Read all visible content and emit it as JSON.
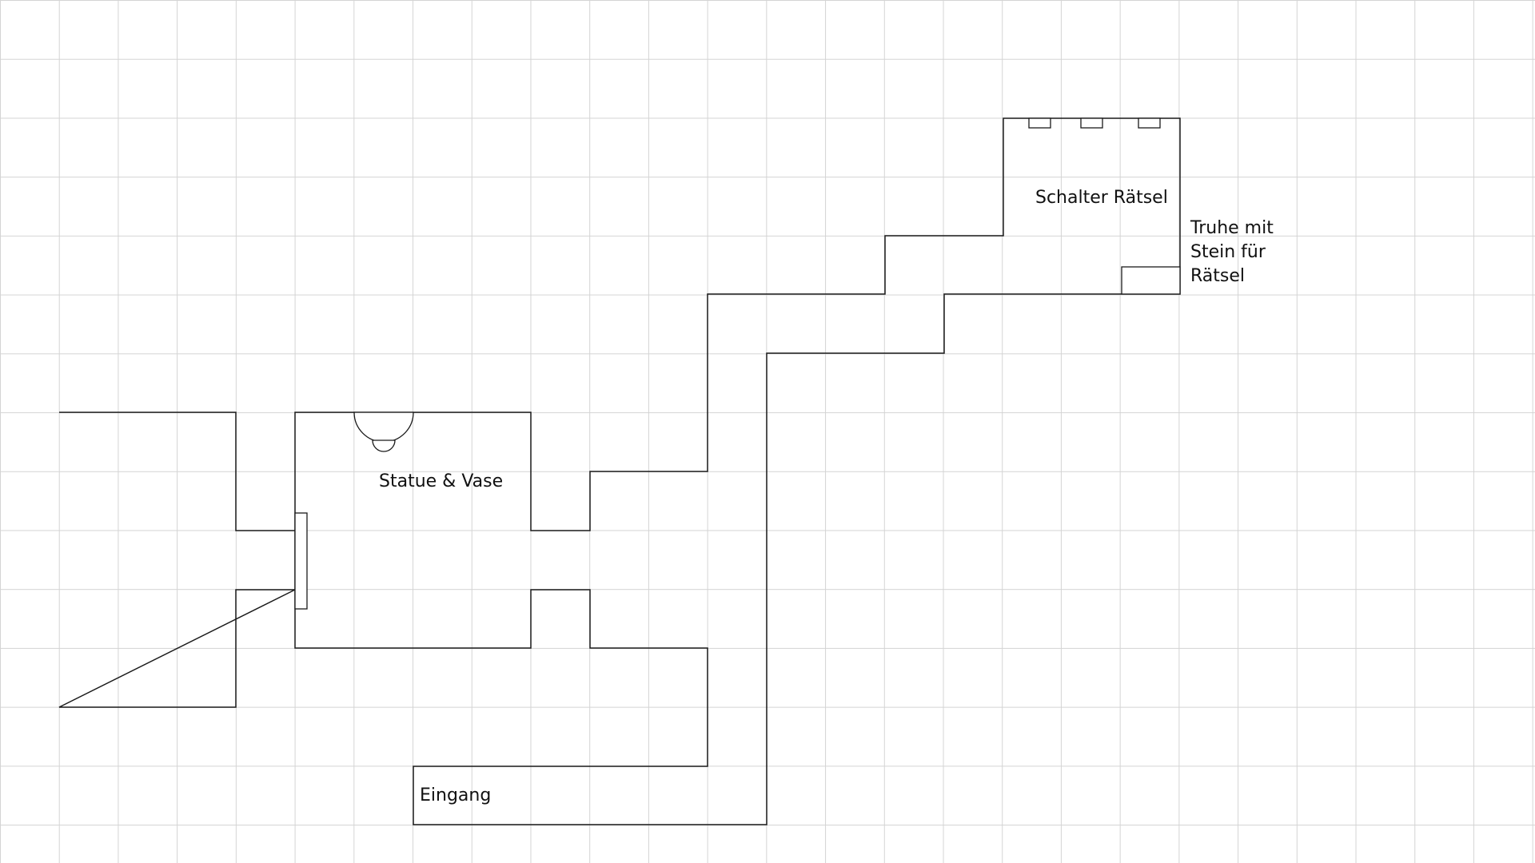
{
  "rooms": {
    "statue_room": {
      "label": "Statue & Vase"
    },
    "entrance": {
      "label": "Eingang"
    },
    "switch_puzzle": {
      "label": "Schalter Rätsel"
    },
    "chest": {
      "label": "Truhe mit\nStein für\nRätsel"
    }
  },
  "colors": {
    "grid": "#d4d4d4",
    "walls": "#1a1a1a",
    "background": "#ffffff"
  }
}
